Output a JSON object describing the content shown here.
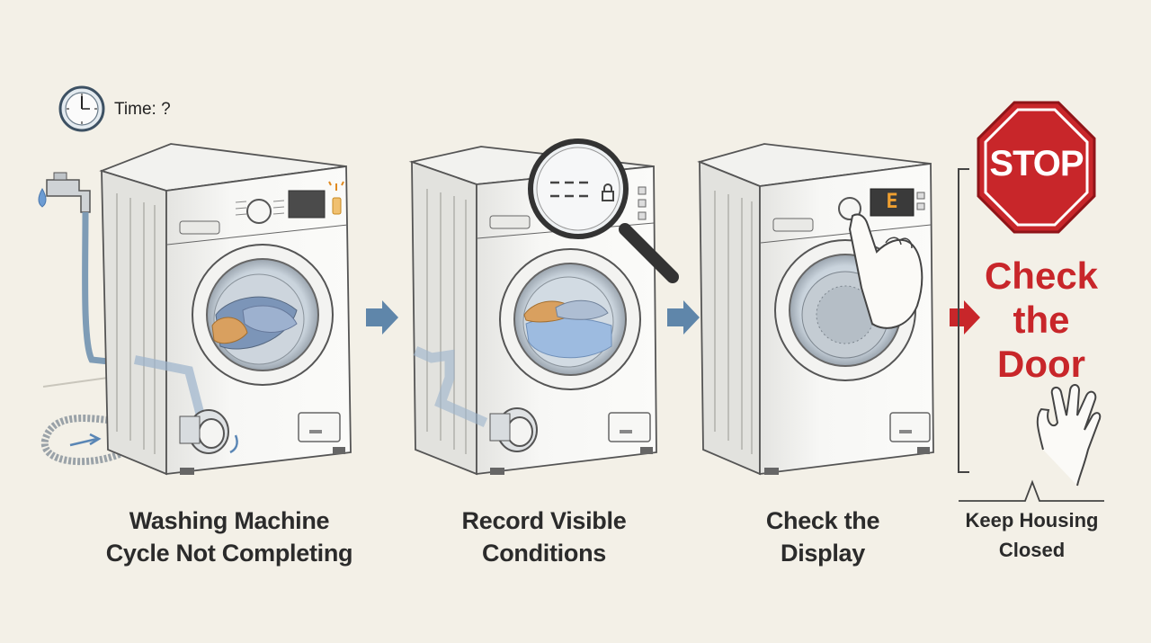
{
  "timer": {
    "label": "Time: ?"
  },
  "steps": [
    {
      "caption_line1": "Washing Machine",
      "caption_line2": "Cycle Not Completing"
    },
    {
      "caption_line1": "Record Visible",
      "caption_line2": "Conditions"
    },
    {
      "caption_line1": "Check the",
      "caption_line2": "Display"
    }
  ],
  "display_code": "E",
  "stop": {
    "sign_text": "STOP",
    "lines": [
      "Check",
      "the",
      "Door"
    ],
    "note_line1": "Keep Housing",
    "note_line2": "Closed"
  },
  "colors": {
    "background": "#f3f0e7",
    "stop_red": "#c8262a",
    "arrow_blue": "#5f86aa",
    "arrow_red": "#c8262a",
    "water_blue": "#9dbbe0",
    "laundry_orange": "#d9a05f"
  }
}
